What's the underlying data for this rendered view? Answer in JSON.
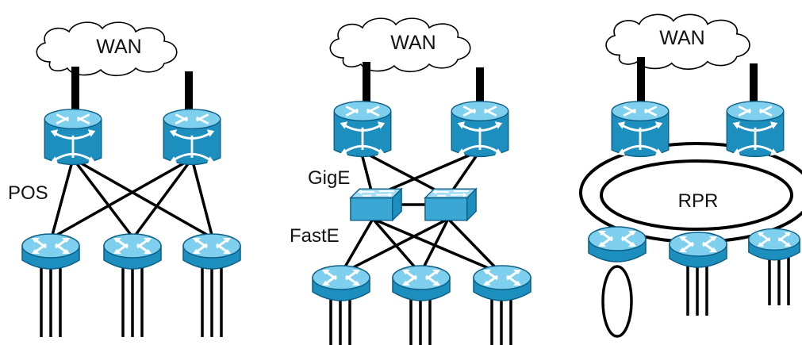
{
  "colors": {
    "device_body": "#1d8fbf",
    "device_top": "#7fd0ee",
    "device_dark": "#0d5f86",
    "switch_body": "#3aa7d4",
    "switch_top": "#a6dff5",
    "cloud_fill": "#ffffff",
    "line": "#000000"
  },
  "diagrams": [
    {
      "cloud_label": "WAN",
      "link_labels": [
        "POS"
      ]
    },
    {
      "cloud_label": "WAN",
      "link_labels": [
        "GigE",
        "FastE"
      ]
    },
    {
      "cloud_label": "WAN",
      "ring_label": "RPR"
    }
  ],
  "icons": {
    "core_router": "router-switch-icon",
    "edge_router": "router-icon",
    "switch": "workgroup-switch-icon",
    "cloud": "cloud-icon"
  }
}
